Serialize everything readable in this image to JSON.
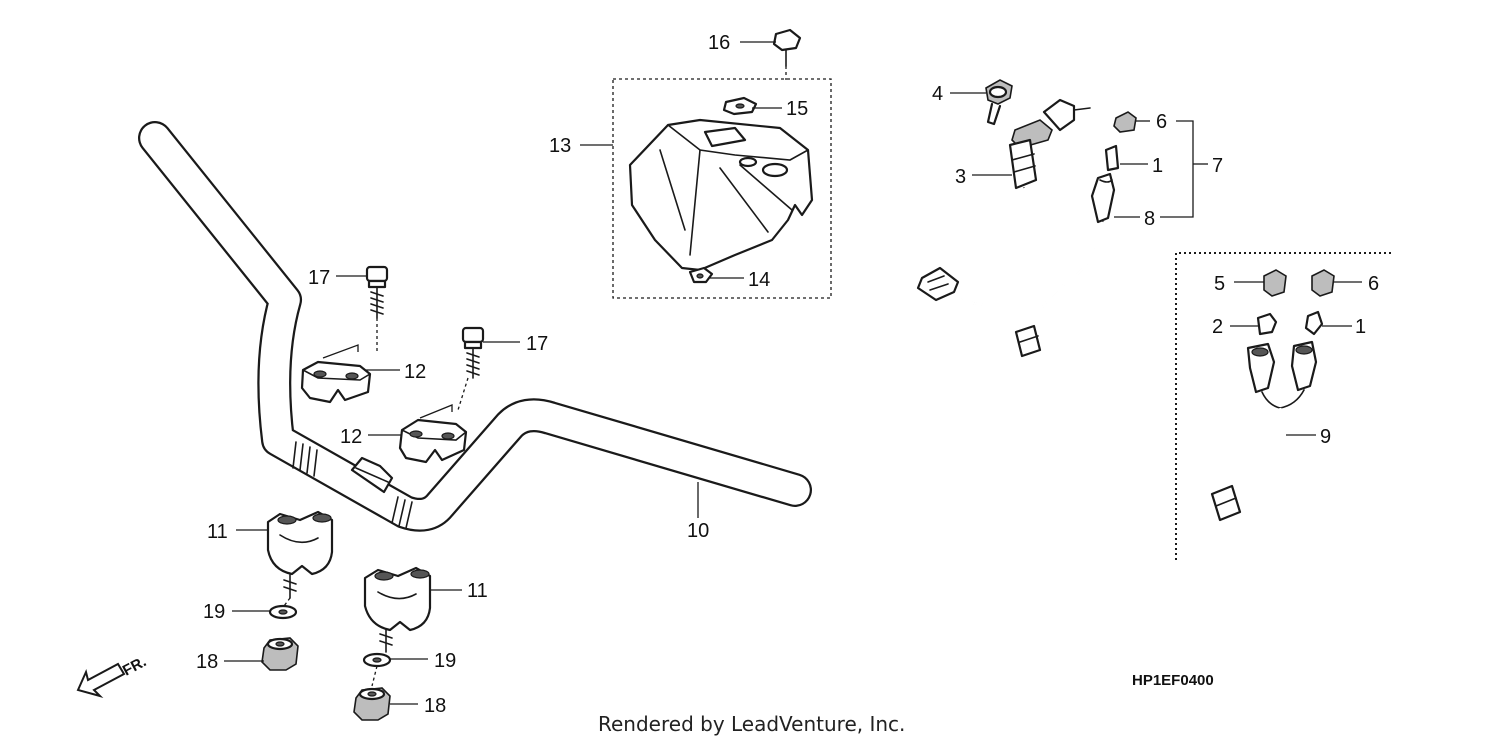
{
  "callouts": {
    "c16": "16",
    "c15": "15",
    "c13": "13",
    "c14": "14",
    "c4": "4",
    "c6a": "6",
    "c3": "3",
    "c1a": "1",
    "c7": "7",
    "c8": "8",
    "c17a": "17",
    "c17b": "17",
    "c12a": "12",
    "c12b": "12",
    "c5": "5",
    "c6b": "6",
    "c2": "2",
    "c1b": "1",
    "c9": "9",
    "c10": "10",
    "c11a": "11",
    "c11b": "11",
    "c19a": "19",
    "c19b": "19",
    "c18a": "18",
    "c18b": "18"
  },
  "direction_label": "FR.",
  "diagram_code": "HP1EF0400",
  "credit": "Rendered by LeadVenture, Inc."
}
